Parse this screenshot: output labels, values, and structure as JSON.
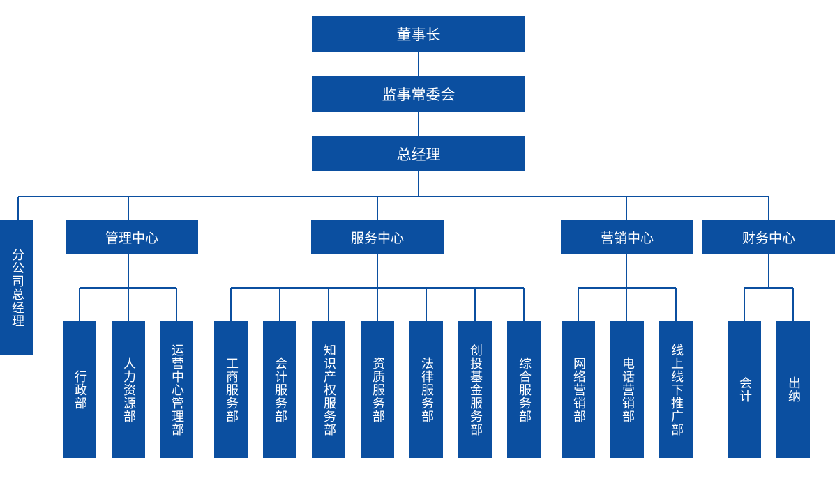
{
  "colors": {
    "box": "#0b4fa0",
    "text": "#ffffff",
    "line": "#0b4fa0"
  },
  "top": {
    "chairman": "董事长",
    "supervisory": "监事常委会",
    "gm": "总经理"
  },
  "branch": "分公司总经理",
  "centers": {
    "management": {
      "label": "管理中心",
      "depts": [
        "行政部",
        "人力资源部",
        "运营中心管理部"
      ]
    },
    "service": {
      "label": "服务中心",
      "depts": [
        "工商服务部",
        "会计服务部",
        "知识产权服务部",
        "资质服务部",
        "法律服务部",
        "创投基金服务部",
        "综合服务部"
      ]
    },
    "marketing": {
      "label": "营销中心",
      "depts": [
        "网络营销部",
        "电话营销部",
        "线上线下推广部"
      ]
    },
    "finance": {
      "label": "财务中心",
      "depts": [
        "会计",
        "出纳"
      ]
    }
  }
}
